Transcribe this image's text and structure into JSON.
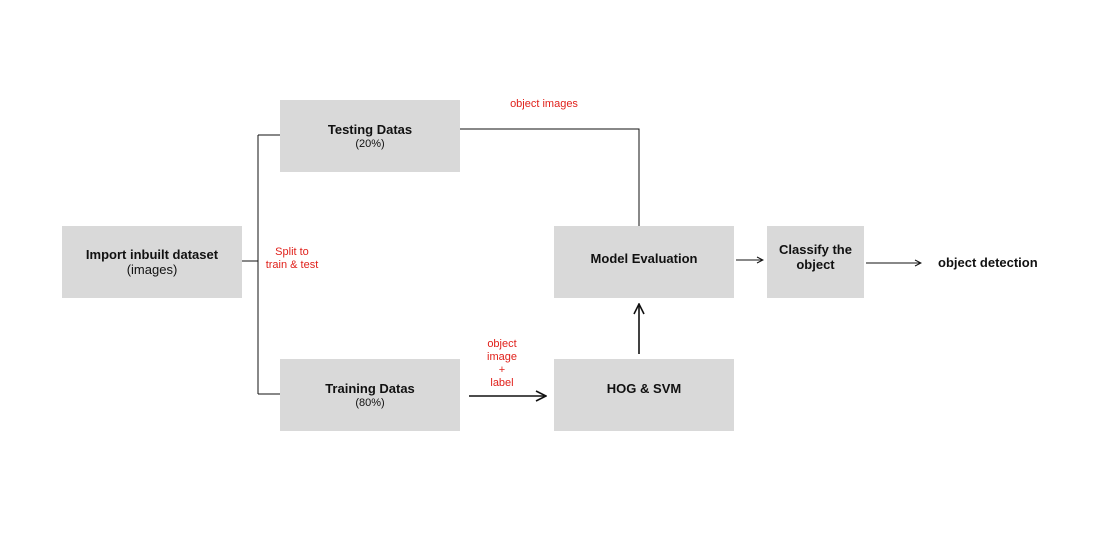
{
  "nodes": {
    "import": {
      "title": "Import inbuilt dataset",
      "sub": "(images)"
    },
    "testing": {
      "title": "Testing Datas",
      "sub": "(20%)"
    },
    "training": {
      "title": "Training Datas",
      "sub": "(80%)"
    },
    "model_eval": {
      "title": "Model Evaluation"
    },
    "hog_svm": {
      "title": "HOG & SVM"
    },
    "classify": {
      "line1": "Classify the",
      "line2": "object"
    }
  },
  "labels": {
    "split": {
      "line1": "Split to",
      "line2": "train & test"
    },
    "object_images": "object images",
    "object_image_label": {
      "line1": "object",
      "line2": "image",
      "line3": "+",
      "line4": "label"
    }
  },
  "output": "object detection",
  "colors": {
    "box": "#d9d9d9",
    "annotation": "#e0211b",
    "line": "#111111"
  }
}
